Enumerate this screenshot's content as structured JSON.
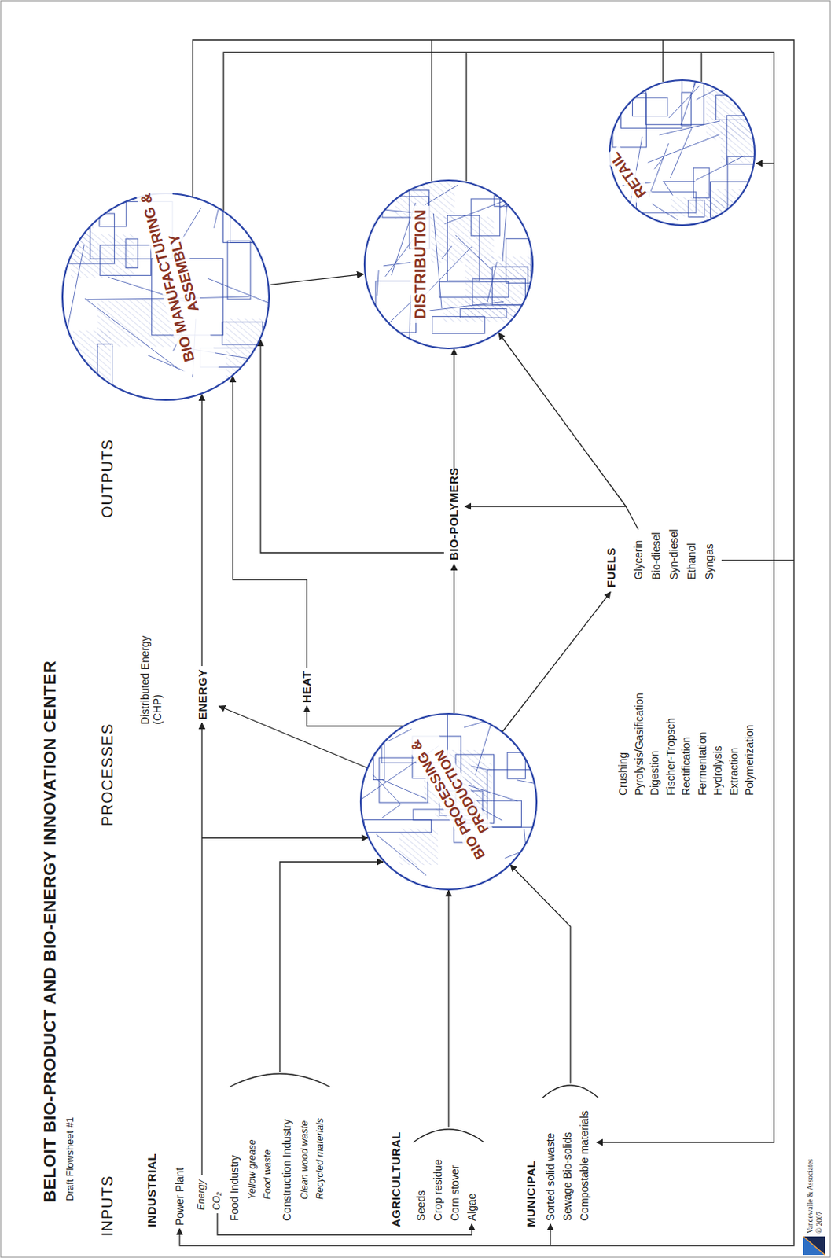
{
  "diagram": {
    "title": "BELOIT BIO-PRODUCT AND BIO-ENERGY INNOVATION CENTER",
    "nodes": [
      {
        "text": [
          "BIO PROCESSING & PRODUCTION"
        ]
      },
      {
        "text": [
          "BIO MANUFACTURING & ASSEMBLY"
        ]
      },
      {
        "text": [
          "DISTRIBUTION"
        ]
      },
      {
        "text": [
          "RETAIL"
        ]
      }
    ],
    "edges": [
      {
        "from": 1,
        "to": 2,
        "arrow": "to"
      }
    ],
    "labels": [
      "Draft Flowsheet #1",
      "INPUTS",
      "PROCESSES",
      "OUTPUTS",
      "INDUSTRIAL",
      "Power Plant",
      "Energy",
      "CO₂",
      "Food Industry",
      "Yellow grease",
      "Food waste",
      "Construction Industry",
      "Clean wood waste",
      "Recycled materials",
      "AGRICULTURAL",
      "Seeds",
      "Crop residue",
      "Corn stover",
      "Algae",
      "MUNICIPAL",
      "Sorted solid waste",
      "Sewage Bio-solids",
      "Compostable materials",
      "Crushing",
      "Pyrolysis/Gasification",
      "Digestion",
      "Fischer-Tropsch",
      "Rectification",
      "Fermentation",
      "Hydrolysis",
      "Extraction",
      "Polymerization",
      "Distributed Energy (CHP)",
      "ENERGY",
      "HEAT",
      "BIO-POLYMERS",
      "FUELS",
      "Glycerin",
      "Bio-diesel",
      "Syn-diesel",
      "Ethanol",
      "Syngas",
      "Vandewalle & Associates",
      "© 2007"
    ]
  }
}
